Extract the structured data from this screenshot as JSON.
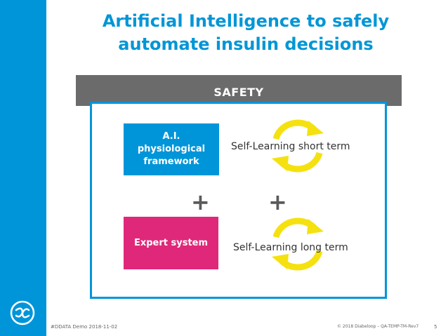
{
  "title_line1": "Artificial Intelligence to safely",
  "title_line2": "automate insulin decisions",
  "safety": "SAFETY",
  "box_ai": "A.I. physiological framework",
  "box_expert": "Expert system",
  "plus": "+",
  "label_short": "Self-Learning short term",
  "label_long": "Self-Learning long term",
  "footer_left": "#DDATA Demo 2018-11-02",
  "footer_right": "© 2018 Diabeloop – QA-TEMP-TM-Rev7",
  "page_number": "5",
  "colors": {
    "brand_blue": "#0095d9",
    "magenta": "#e0287a",
    "yellow": "#f5e10f",
    "gray_bar": "#6b6b6b"
  },
  "icons": {
    "logo": "diabeloop-logo-icon",
    "cycle": "circular-arrows-icon"
  }
}
